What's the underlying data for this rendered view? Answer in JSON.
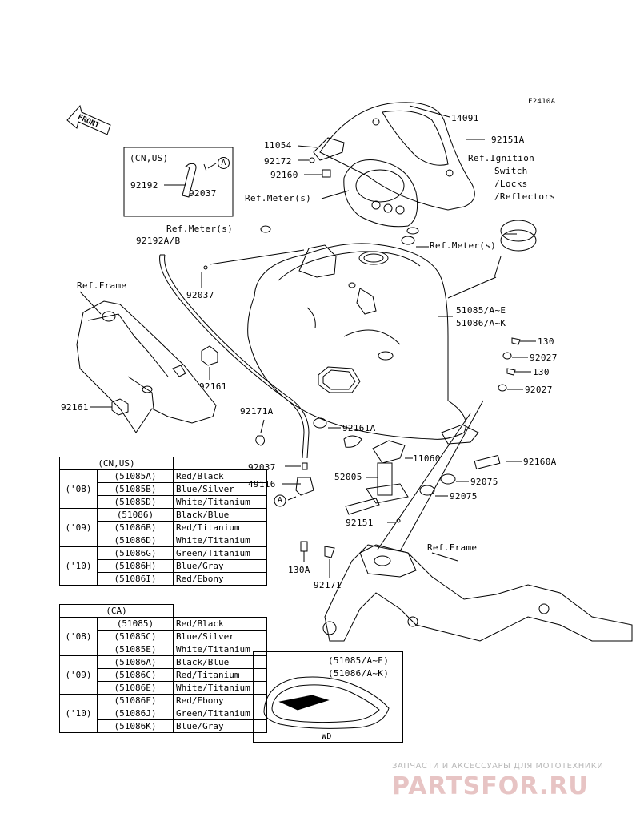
{
  "figure_code": "F2410A",
  "front_label": "FRONT",
  "inset_box": {
    "title": "(CN,US)",
    "parts": [
      "92192",
      "92037"
    ],
    "ref_circle": "A"
  },
  "labels": {
    "p11054": "11054",
    "p92172": "92172",
    "p92160": "92160",
    "p14091": "14091",
    "p92151A": "92151A",
    "ref_ignition": [
      "Ref.Ignition",
      "Switch",
      "/Locks",
      "/Reflectors"
    ],
    "ref_meter_1": "Ref.Meter(s)",
    "ref_meter_2": "Ref.Meter(s)",
    "ref_meter_3": "Ref.Meter(s)",
    "p92192AB": "92192A/B",
    "p92037a": "92037",
    "ref_frame_1": "Ref.Frame",
    "p92161a": "92161",
    "p92161b": "92161",
    "p51085": "51085/A~E",
    "p51086": "51086/A~K",
    "p130a": "130",
    "p92027a": "92027",
    "p130b": "130",
    "p92027b": "92027",
    "p92171A": "92171A",
    "p92161A": "92161A",
    "p11060": "11060",
    "p92037b": "92037",
    "p49116": "49116",
    "circle_A": "A",
    "p52005": "52005",
    "p92160A": "92160A",
    "p92075a": "92075",
    "p92075b": "92075",
    "p92151": "92151",
    "ref_frame_2": "Ref.Frame",
    "p130A": "130A",
    "p92171": "92171"
  },
  "color_table_cn_us": {
    "header": "(CN,US)",
    "groups": [
      {
        "year": "('08)",
        "rows": [
          [
            "(51085A)",
            "Red/Black"
          ],
          [
            "(51085B)",
            "Blue/Silver"
          ],
          [
            "(51085D)",
            "White/Titanium"
          ]
        ]
      },
      {
        "year": "('09)",
        "rows": [
          [
            "(51086)",
            "Black/Blue"
          ],
          [
            "(51086B)",
            "Red/Titanium"
          ],
          [
            "(51086D)",
            "White/Titanium"
          ]
        ]
      },
      {
        "year": "('10)",
        "rows": [
          [
            "(51086G)",
            "Green/Titanium"
          ],
          [
            "(51086H)",
            "Blue/Gray"
          ],
          [
            "(51086I)",
            "Red/Ebony"
          ]
        ]
      }
    ]
  },
  "color_table_ca": {
    "header": "(CA)",
    "groups": [
      {
        "year": "('08)",
        "rows": [
          [
            "(51085)",
            "Red/Black"
          ],
          [
            "(51085C)",
            "Blue/Silver"
          ],
          [
            "(51085E)",
            "White/Titanium"
          ]
        ]
      },
      {
        "year": "('09)",
        "rows": [
          [
            "(51086A)",
            "Black/Blue"
          ],
          [
            "(51086C)",
            "Red/Titanium"
          ],
          [
            "(51086E)",
            "White/Titanium"
          ]
        ]
      },
      {
        "year": "('10)",
        "rows": [
          [
            "(51086F)",
            "Red/Ebony"
          ],
          [
            "(51086J)",
            "Green/Titanium"
          ],
          [
            "(51086K)",
            "Blue/Gray"
          ]
        ]
      }
    ]
  },
  "wd_box": {
    "line1": "(51085/A~E)",
    "line2": "(51086/A~K)",
    "caption": "WD"
  },
  "watermark": {
    "tagline": "ЗАПЧАСТИ И АКСЕССУАРЫ ДЛЯ МОТОТЕХНИКИ",
    "logo": "PARTSFOR.RU"
  }
}
